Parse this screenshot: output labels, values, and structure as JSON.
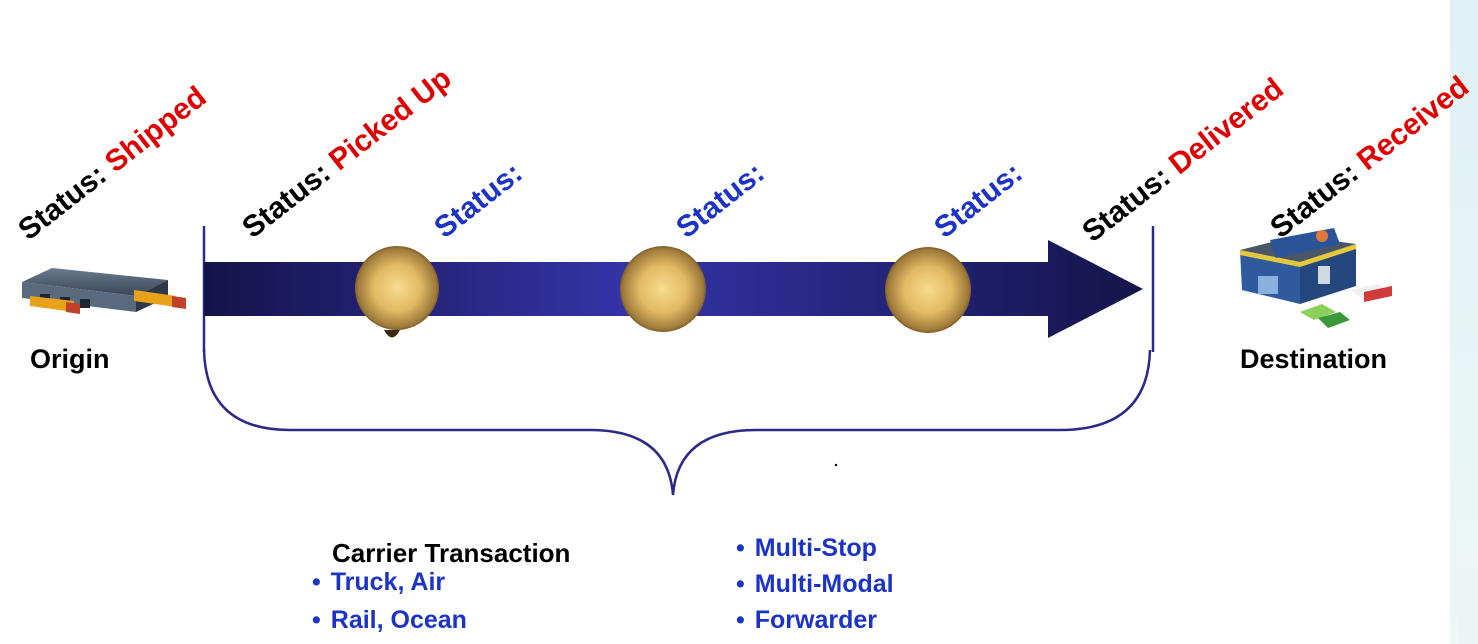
{
  "colors": {
    "status_key": "#000000",
    "status_value": "#e00000",
    "status_blue": "#1c33c8",
    "arrow_dark": "#14144a",
    "arrow_mid": "#3434a8",
    "bracket": "#2a2a8a",
    "bullet_text": "#1c33c8",
    "side_panel": "#e2f3f4"
  },
  "statuses": [
    {
      "key": "Status:",
      "value": "Shipped"
    },
    {
      "key": "Status:",
      "value": "Picked Up"
    },
    {
      "key": "Status:",
      "value": ""
    },
    {
      "key": "Status:",
      "value": ""
    },
    {
      "key": "Status:",
      "value": ""
    },
    {
      "key": "Status:",
      "value": "Delivered"
    },
    {
      "key": "Status:",
      "value": "Received"
    }
  ],
  "origin": {
    "label": "Origin",
    "icon": "warehouse-trucks-icon"
  },
  "destination": {
    "label": "Destination",
    "icon": "store-cars-icon"
  },
  "stops": [
    "stop-sphere-icon",
    "stop-sphere-icon",
    "stop-sphere-icon"
  ],
  "carrier": {
    "heading": "Carrier Transaction",
    "left_bullets": [
      "Truck,  Air",
      "Rail, Ocean"
    ],
    "right_bullets": [
      "Multi-Stop",
      "Multi-Modal",
      "Forwarder"
    ],
    "bullet_char": "•"
  }
}
